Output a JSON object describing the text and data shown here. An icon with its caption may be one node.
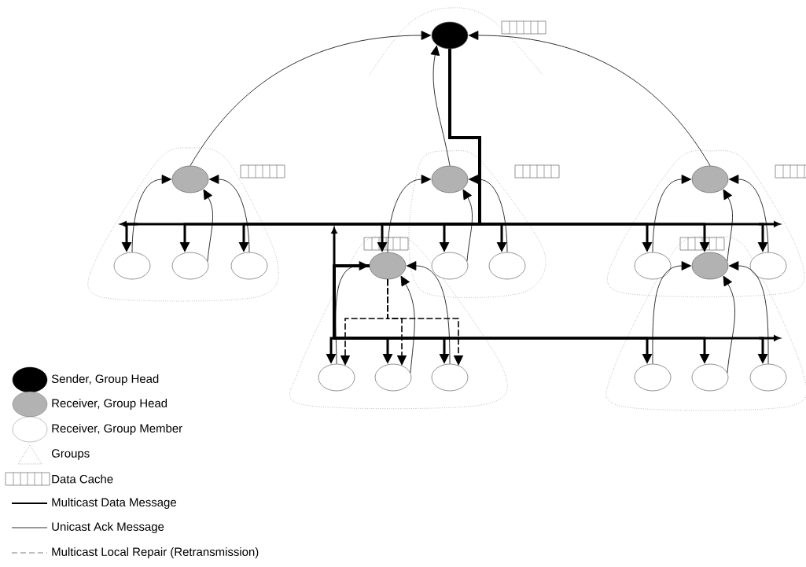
{
  "diagram": {
    "nodes": [
      {
        "text": [],
        "shape": "ellipse"
      },
      {
        "text": [],
        "shape": "ellipse"
      },
      {
        "text": [],
        "shape": "ellipse"
      },
      {
        "text": [],
        "shape": "ellipse"
      },
      {
        "text": [],
        "shape": "ellipse"
      },
      {
        "text": [],
        "shape": "ellipse"
      },
      {
        "text": [],
        "shape": "ellipse"
      },
      {
        "text": [],
        "shape": "ellipse"
      },
      {
        "text": [],
        "shape": "ellipse"
      },
      {
        "text": [],
        "shape": "ellipse"
      },
      {
        "text": [],
        "shape": "ellipse"
      },
      {
        "text": [],
        "shape": "ellipse"
      },
      {
        "text": [],
        "shape": "ellipse"
      },
      {
        "text": [],
        "shape": "ellipse"
      },
      {
        "text": [],
        "shape": "ellipse"
      },
      {
        "text": [],
        "shape": "ellipse"
      },
      {
        "text": [],
        "shape": "ellipse"
      },
      {
        "text": [],
        "shape": "ellipse"
      },
      {
        "text": [],
        "shape": "ellipse"
      }
    ],
    "edges": [
      {
        "from": 4,
        "to": 1,
        "arrow": "to"
      },
      {
        "from": 5,
        "to": 1,
        "arrow": "to"
      },
      {
        "from": 6,
        "to": 1,
        "arrow": "to"
      },
      {
        "from": 7,
        "to": 2,
        "arrow": "to"
      },
      {
        "from": 8,
        "to": 2,
        "arrow": "to"
      },
      {
        "from": 9,
        "to": 2,
        "arrow": "to"
      },
      {
        "from": 10,
        "to": 3,
        "arrow": "to"
      },
      {
        "from": 11,
        "to": 3,
        "arrow": "to"
      },
      {
        "from": 12,
        "to": 3,
        "arrow": "to"
      },
      {
        "from": 13,
        "to": 7,
        "arrow": "to"
      },
      {
        "from": 14,
        "to": 7,
        "arrow": "to"
      },
      {
        "from": 15,
        "to": 7,
        "arrow": "to"
      },
      {
        "from": 16,
        "to": 11,
        "arrow": "to"
      },
      {
        "from": 17,
        "to": 11,
        "arrow": "to"
      },
      {
        "from": 18,
        "to": 11,
        "arrow": "to"
      },
      {
        "from": 1,
        "to": 0,
        "arrow": "to"
      },
      {
        "from": 2,
        "to": 0,
        "arrow": "to"
      },
      {
        "from": 3,
        "to": 0,
        "arrow": "to"
      },
      {
        "from": 0,
        "to": 4,
        "arrow": "to",
        "style": "thick"
      },
      {
        "from": 0,
        "to": 5,
        "arrow": "to",
        "style": "thick"
      },
      {
        "from": 0,
        "to": 6,
        "arrow": "to",
        "style": "thick"
      },
      {
        "from": 0,
        "to": 7,
        "arrow": "to",
        "style": "thick"
      },
      {
        "from": 0,
        "to": 8,
        "arrow": "to",
        "style": "thick"
      },
      {
        "from": 0,
        "to": 9,
        "arrow": "to",
        "style": "thick"
      },
      {
        "from": 0,
        "to": 10,
        "arrow": "to",
        "style": "thick"
      },
      {
        "from": 0,
        "to": 11,
        "arrow": "to",
        "style": "thick"
      },
      {
        "from": 0,
        "to": 12,
        "arrow": "to",
        "style": "thick"
      },
      {
        "from": 7,
        "to": 13,
        "arrow": "to",
        "style": "thick"
      },
      {
        "from": 7,
        "to": 14,
        "arrow": "to",
        "style": "thick"
      },
      {
        "from": 7,
        "to": 15,
        "arrow": "to",
        "style": "thick"
      },
      {
        "from": 7,
        "to": 16,
        "arrow": "to",
        "style": "thick"
      },
      {
        "from": 7,
        "to": 17,
        "arrow": "to",
        "style": "thick"
      },
      {
        "from": 7,
        "to": 18,
        "arrow": "to",
        "style": "thick"
      },
      {
        "from": 7,
        "to": 13,
        "arrow": "to",
        "style": "dashed"
      },
      {
        "from": 7,
        "to": 14,
        "arrow": "to",
        "style": "dashed"
      },
      {
        "from": 7,
        "to": 15,
        "arrow": "to",
        "style": "dashed"
      }
    ],
    "legend": [
      {
        "text": "Sender, Group Head"
      },
      {
        "text": "Receiver, Group Head"
      },
      {
        "text": "Receiver, Group Member"
      },
      {
        "text": "Groups"
      },
      {
        "text": "Data Cache"
      },
      {
        "text": "Multicast Data Message"
      },
      {
        "text": "Unicast Ack Message"
      },
      {
        "text": "Multicast Local Repair (Retransmission)"
      }
    ]
  }
}
